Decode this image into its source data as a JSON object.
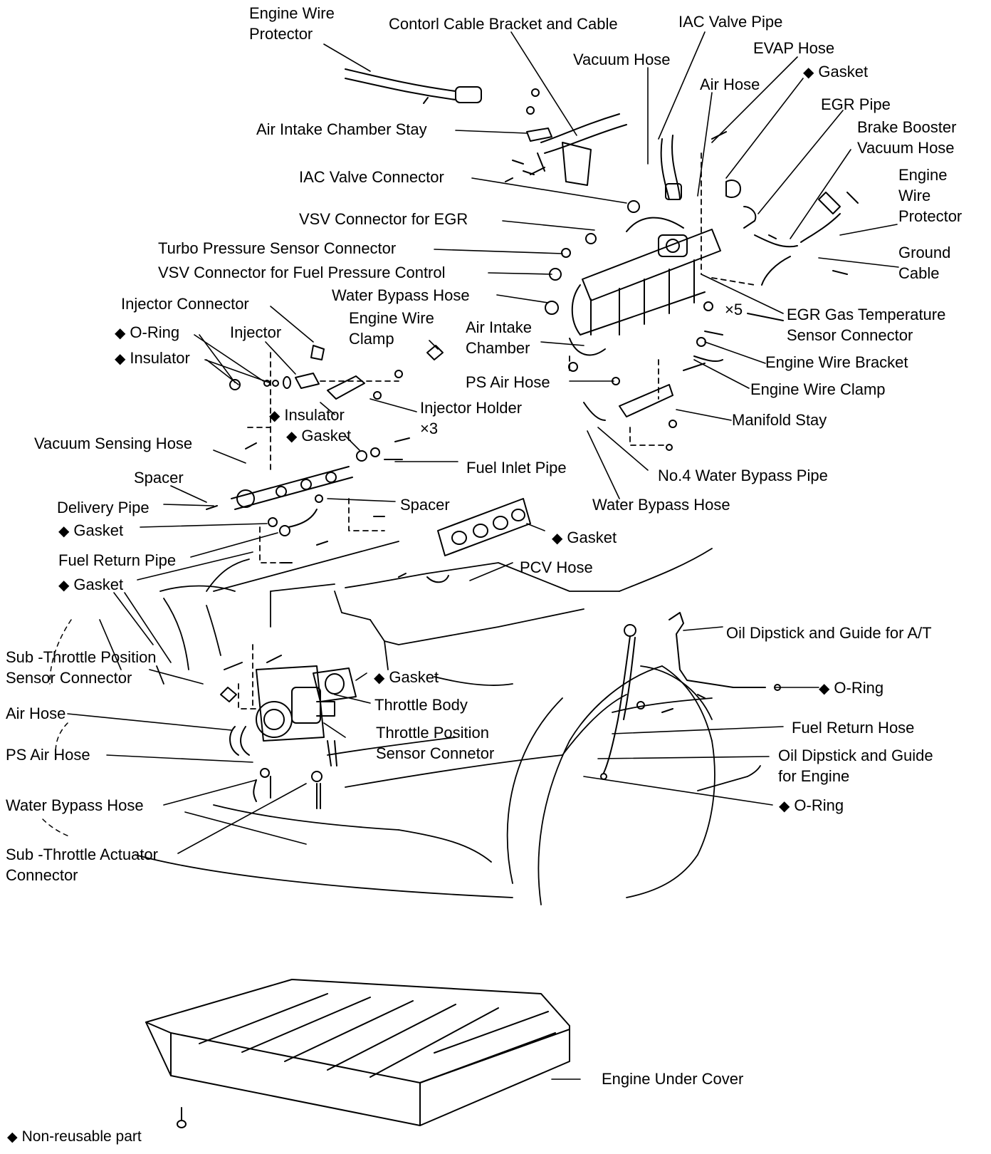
{
  "diamond_symbol": "◆",
  "legend": {
    "text": "Non-reusable part"
  },
  "labels": {
    "engine_wire_protector_top": "Engine Wire\nProtector",
    "control_cable_bracket": "Contorl Cable Bracket and Cable",
    "iac_valve_pipe": "IAC Valve Pipe",
    "evap_hose": "EVAP Hose",
    "vacuum_hose": "Vacuum Hose",
    "gasket_top_right": "Gasket",
    "air_hose_top": "Air Hose",
    "egr_pipe": "EGR Pipe",
    "brake_booster": "Brake Booster\nVacuum Hose",
    "air_intake_chamber_stay": "Air Intake Chamber Stay",
    "engine_wire_protector_right": "Engine\nWire\nProtector",
    "iac_valve_connector": "IAC Valve Connector",
    "vsv_egr": "VSV Connector for EGR",
    "ground_cable": "Ground\nCable",
    "turbo_pressure": "Turbo Pressure Sensor Connector",
    "vsv_fuel_pressure": "VSV Connector for Fuel Pressure Control",
    "water_bypass_hose_top": "Water Bypass Hose",
    "times5": "×5",
    "egr_gas_temp": "EGR Gas Temperature\nSensor Connector",
    "injector_connector": "Injector Connector",
    "engine_wire_clamp_left": "Engine Wire\nClamp",
    "air_intake_chamber": "Air Intake\nChamber",
    "oring_left": "O-Ring",
    "injector": "Injector",
    "engine_wire_bracket": "Engine Wire Bracket",
    "insulator_left": "Insulator",
    "ps_air_hose_top": "PS Air Hose",
    "engine_wire_clamp_right": "Engine Wire Clamp",
    "insulator_mid": "Insulator",
    "injector_holder": "Injector Holder\n×3",
    "manifold_stay": "Manifold Stay",
    "gasket_mid": "Gasket",
    "vacuum_sensing_hose": "Vacuum Sensing Hose",
    "fuel_inlet_pipe": "Fuel Inlet Pipe",
    "no4_water_bypass": "No.4 Water Bypass Pipe",
    "spacer_left": "Spacer",
    "spacer_mid": "Spacer",
    "water_bypass_hose_mid": "Water Bypass Hose",
    "delivery_pipe": "Delivery Pipe",
    "gasket_left1": "Gasket",
    "gasket_manifold": "Gasket",
    "fuel_return_pipe": "Fuel Return Pipe",
    "pcv_hose": "PCV Hose",
    "gasket_left2": "Gasket",
    "oil_dipstick_at": "Oil Dipstick and Guide for A/T",
    "sub_tps_connector": "Sub -Throttle Position\nSensor Connector",
    "gasket_throttle": "Gasket",
    "oring_right1": "O-Ring",
    "throttle_body": "Throttle Body",
    "air_hose_bottom": "Air Hose",
    "throttle_position_connector": "Throttle Position\nSensor Connetor",
    "fuel_return_hose": "Fuel Return Hose",
    "ps_air_hose_bottom": "PS Air Hose",
    "oil_dipstick_engine": "Oil Dipstick and Guide\nfor Engine",
    "water_bypass_hose_bottom": "Water Bypass Hose",
    "oring_right2": "O-Ring",
    "sub_throttle_actuator": "Sub -Throttle Actuator\nConnector",
    "engine_under_cover": "Engine Under Cover"
  }
}
